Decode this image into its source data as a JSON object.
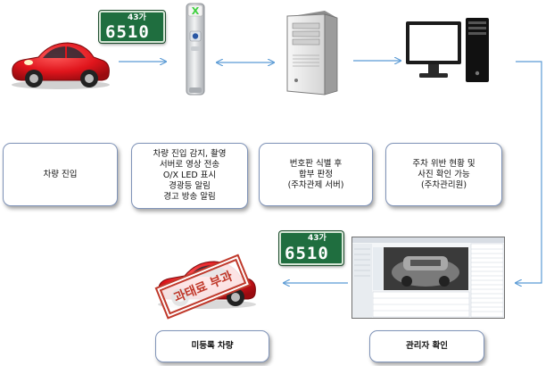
{
  "plates": {
    "top": {
      "prefix": "43가",
      "number": "6510"
    },
    "bottom": {
      "prefix": "43가",
      "number": "6510"
    }
  },
  "boxes": {
    "entry": {
      "lines": [
        "차량 진입"
      ]
    },
    "sensor": {
      "lines": [
        "차량 진입 감지, 촬영",
        "서버로 영상 전송",
        "O/X LED 표시",
        "경광등 알림",
        "경고 방송 알림"
      ]
    },
    "server": {
      "lines": [
        "번호판 식별 후",
        "합부 판정",
        "(주차관제 서버)"
      ]
    },
    "admin": {
      "lines": [
        "주차 위반 현황 및",
        "사진 확인 가능",
        "(주차관리원)"
      ]
    },
    "confirm": {
      "lines": [
        "관리자 확인"
      ]
    },
    "unreg": {
      "lines": [
        "미등록 차량"
      ]
    }
  },
  "stamp": {
    "text": "과태료 부과"
  },
  "sensor_display": {
    "symbol": "X"
  },
  "colors": {
    "car_red": "#e0151c",
    "plate_green": "#1f6e3f",
    "arrow_blue": "#5b9bd5",
    "box_border": "#7f93b8",
    "stamp_red": "#c0392b",
    "sensor_led": "#3ecf3e"
  },
  "icons": [
    "red-car-icon",
    "parking-sensor-pole-icon",
    "server-tower-icon",
    "desktop-pc-icon",
    "admin-screen-icon",
    "fined-car-icon"
  ]
}
